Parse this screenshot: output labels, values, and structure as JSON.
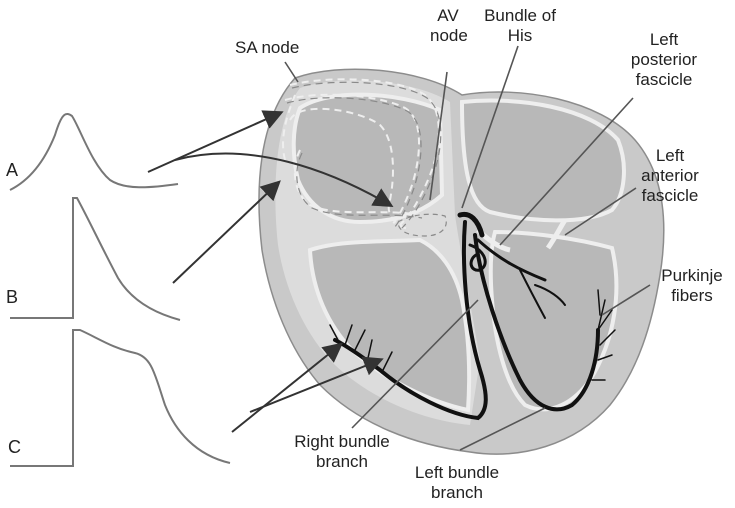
{
  "traces": [
    {
      "label": "A"
    },
    {
      "label": "B"
    },
    {
      "label": "C"
    }
  ],
  "labels": {
    "sa_node": "SA node",
    "av_node_line1": "AV",
    "av_node_line2": "node",
    "bundle_his_line1": "Bundle of",
    "bundle_his_line2": "His",
    "left_posterior_line1": "Left",
    "left_posterior_line2": "posterior",
    "left_posterior_line3": "fascicle",
    "left_anterior_line1": "Left",
    "left_anterior_line2": "anterior",
    "left_anterior_line3": "fascicle",
    "purkinje_line1": "Purkinje",
    "purkinje_line2": "fibers",
    "right_bundle_line1": "Right bundle",
    "right_bundle_line2": "branch",
    "left_bundle_line1": "Left bundle",
    "left_bundle_line2": "branch"
  },
  "colors": {
    "heart_outer": "#c9c9c9",
    "heart_wall": "#dcdcdc",
    "chamber": "#b8b8b8",
    "septum_light": "#eeeeee",
    "conduction": "#111111",
    "trace": "#777777",
    "pointer": "#555555"
  }
}
